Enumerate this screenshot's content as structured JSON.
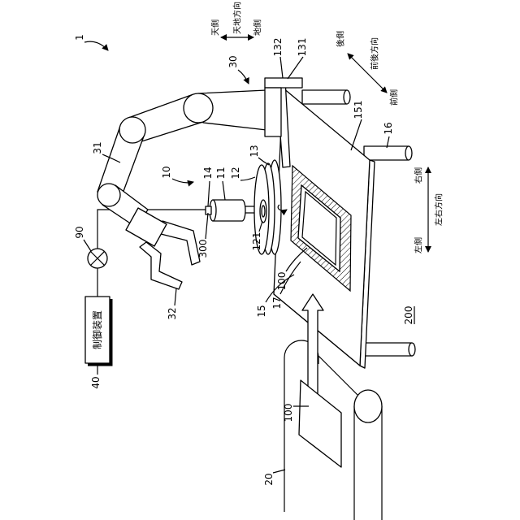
{
  "labels": {
    "fig_ref": "1",
    "top_side": "天側",
    "vertical_direction": "天地方向",
    "ground_side": "地側",
    "rear_side": "後側",
    "front_back_direction": "前後方向",
    "front_side": "前側",
    "right_side": "右側",
    "left_right_direction": "左右方向",
    "left_side": "左側",
    "robot": "30",
    "part_132": "132",
    "part_131": "131",
    "surface_151": "151",
    "leg_16": "16",
    "arm_31": "31",
    "hand_32": "32",
    "suction_unit_10": "10",
    "part_14": "14",
    "part_11": "11",
    "part_12": "12",
    "part_13": "13",
    "part_121": "121",
    "line_300": "300",
    "valve_90": "90",
    "controller_ref": "40",
    "controller_text": "制御装置",
    "jig_15": "15",
    "part_17": "17",
    "workpiece_on_table": "100",
    "workpiece_on_conveyor": "100",
    "conveyor_20": "20",
    "table_200": "200"
  }
}
